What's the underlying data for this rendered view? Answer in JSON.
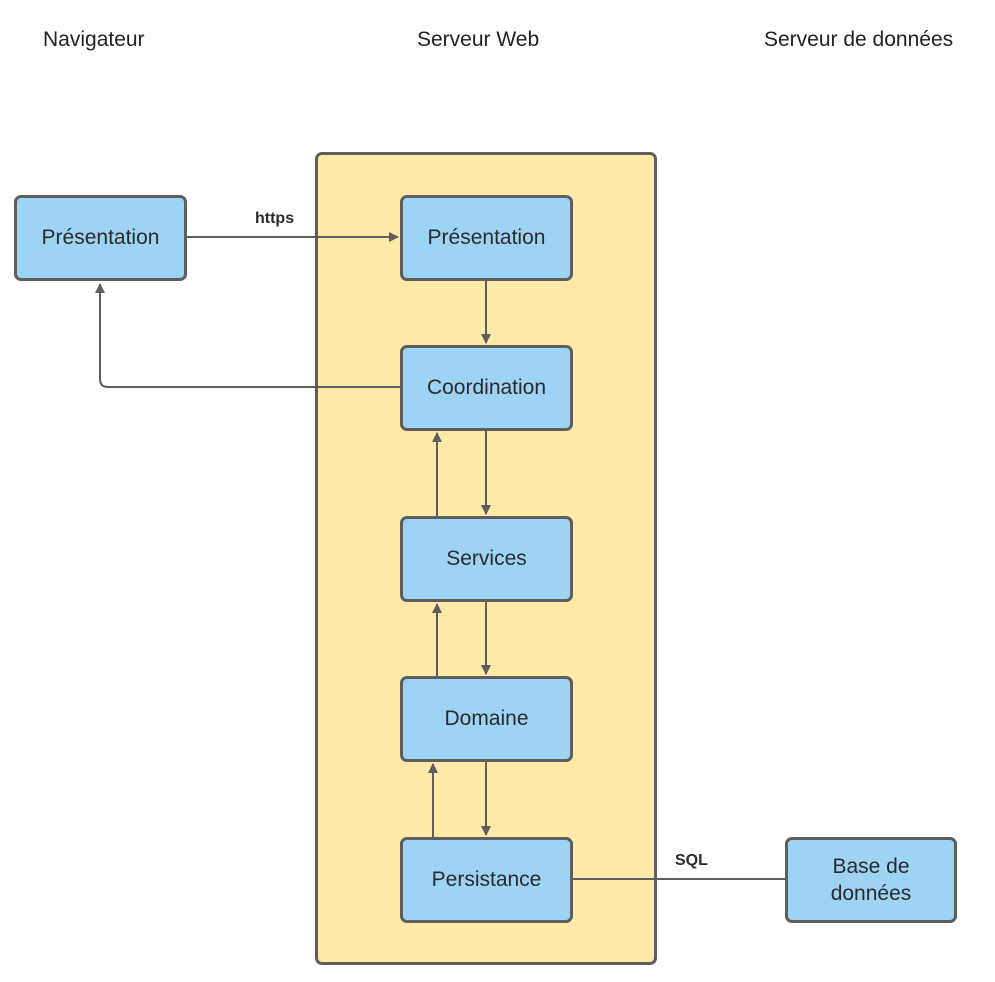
{
  "columns": {
    "navigateur": "Navigateur",
    "serveur_web": "Serveur Web",
    "serveur_donnees": "Serveur de données"
  },
  "nodes": {
    "browser_presentation": "Présentation",
    "web_presentation": "Présentation",
    "coordination": "Coordination",
    "services": "Services",
    "domaine": "Domaine",
    "persistance": "Persistance",
    "base_de_donnees": "Base de données"
  },
  "edges": {
    "https": "https",
    "sql": "SQL"
  },
  "colors": {
    "container_fill": "#ffe9a8",
    "node_fill": "#9dd3f5",
    "stroke": "#5e5e5e"
  }
}
